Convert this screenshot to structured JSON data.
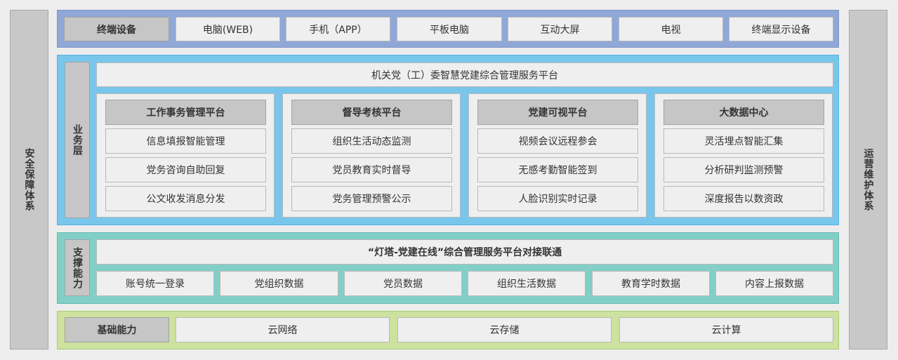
{
  "left_side": {
    "label": "安全保障体系"
  },
  "right_side": {
    "label": "运营维护体系"
  },
  "terminal": {
    "label": "终端设备",
    "items": [
      "电脑(WEB)",
      "手机（APP）",
      "平板电脑",
      "互动大屏",
      "电视",
      "终端显示设备"
    ]
  },
  "business": {
    "label": "业务层",
    "title": "机关党（工）委智慧党建综合管理服务平台",
    "panels": [
      {
        "title": "工作事务管理平台",
        "items": [
          "信息填报智能管理",
          "党务咨询自助回复",
          "公文收发消息分发"
        ]
      },
      {
        "title": "督导考核平台",
        "items": [
          "组织生活动态监测",
          "党员教育实时督导",
          "党务管理预警公示"
        ]
      },
      {
        "title": "党建可视平台",
        "items": [
          "视频会议远程参会",
          "无感考勤智能签到",
          "人脸识别实时记录"
        ]
      },
      {
        "title": "大数据中心",
        "items": [
          "灵活埋点智能汇集",
          "分析研判监测预警",
          "深度报告以数资政"
        ]
      }
    ]
  },
  "support": {
    "label": "支撑能力",
    "title": "“灯塔-党建在线”综合管理服务平台对接联通",
    "items": [
      "账号统一登录",
      "党组织数据",
      "党员数据",
      "组织生活数据",
      "教育学时数据",
      "内容上报数据"
    ]
  },
  "base": {
    "label": "基础能力",
    "items": [
      "云网络",
      "云存储",
      "云计算"
    ]
  },
  "colors": {
    "terminal_band": "#8fa8d8",
    "business_band": "#78c6ec",
    "support_band": "#82cfc8",
    "base_band": "#cde29f",
    "side_panel": "#c8c8c8"
  }
}
